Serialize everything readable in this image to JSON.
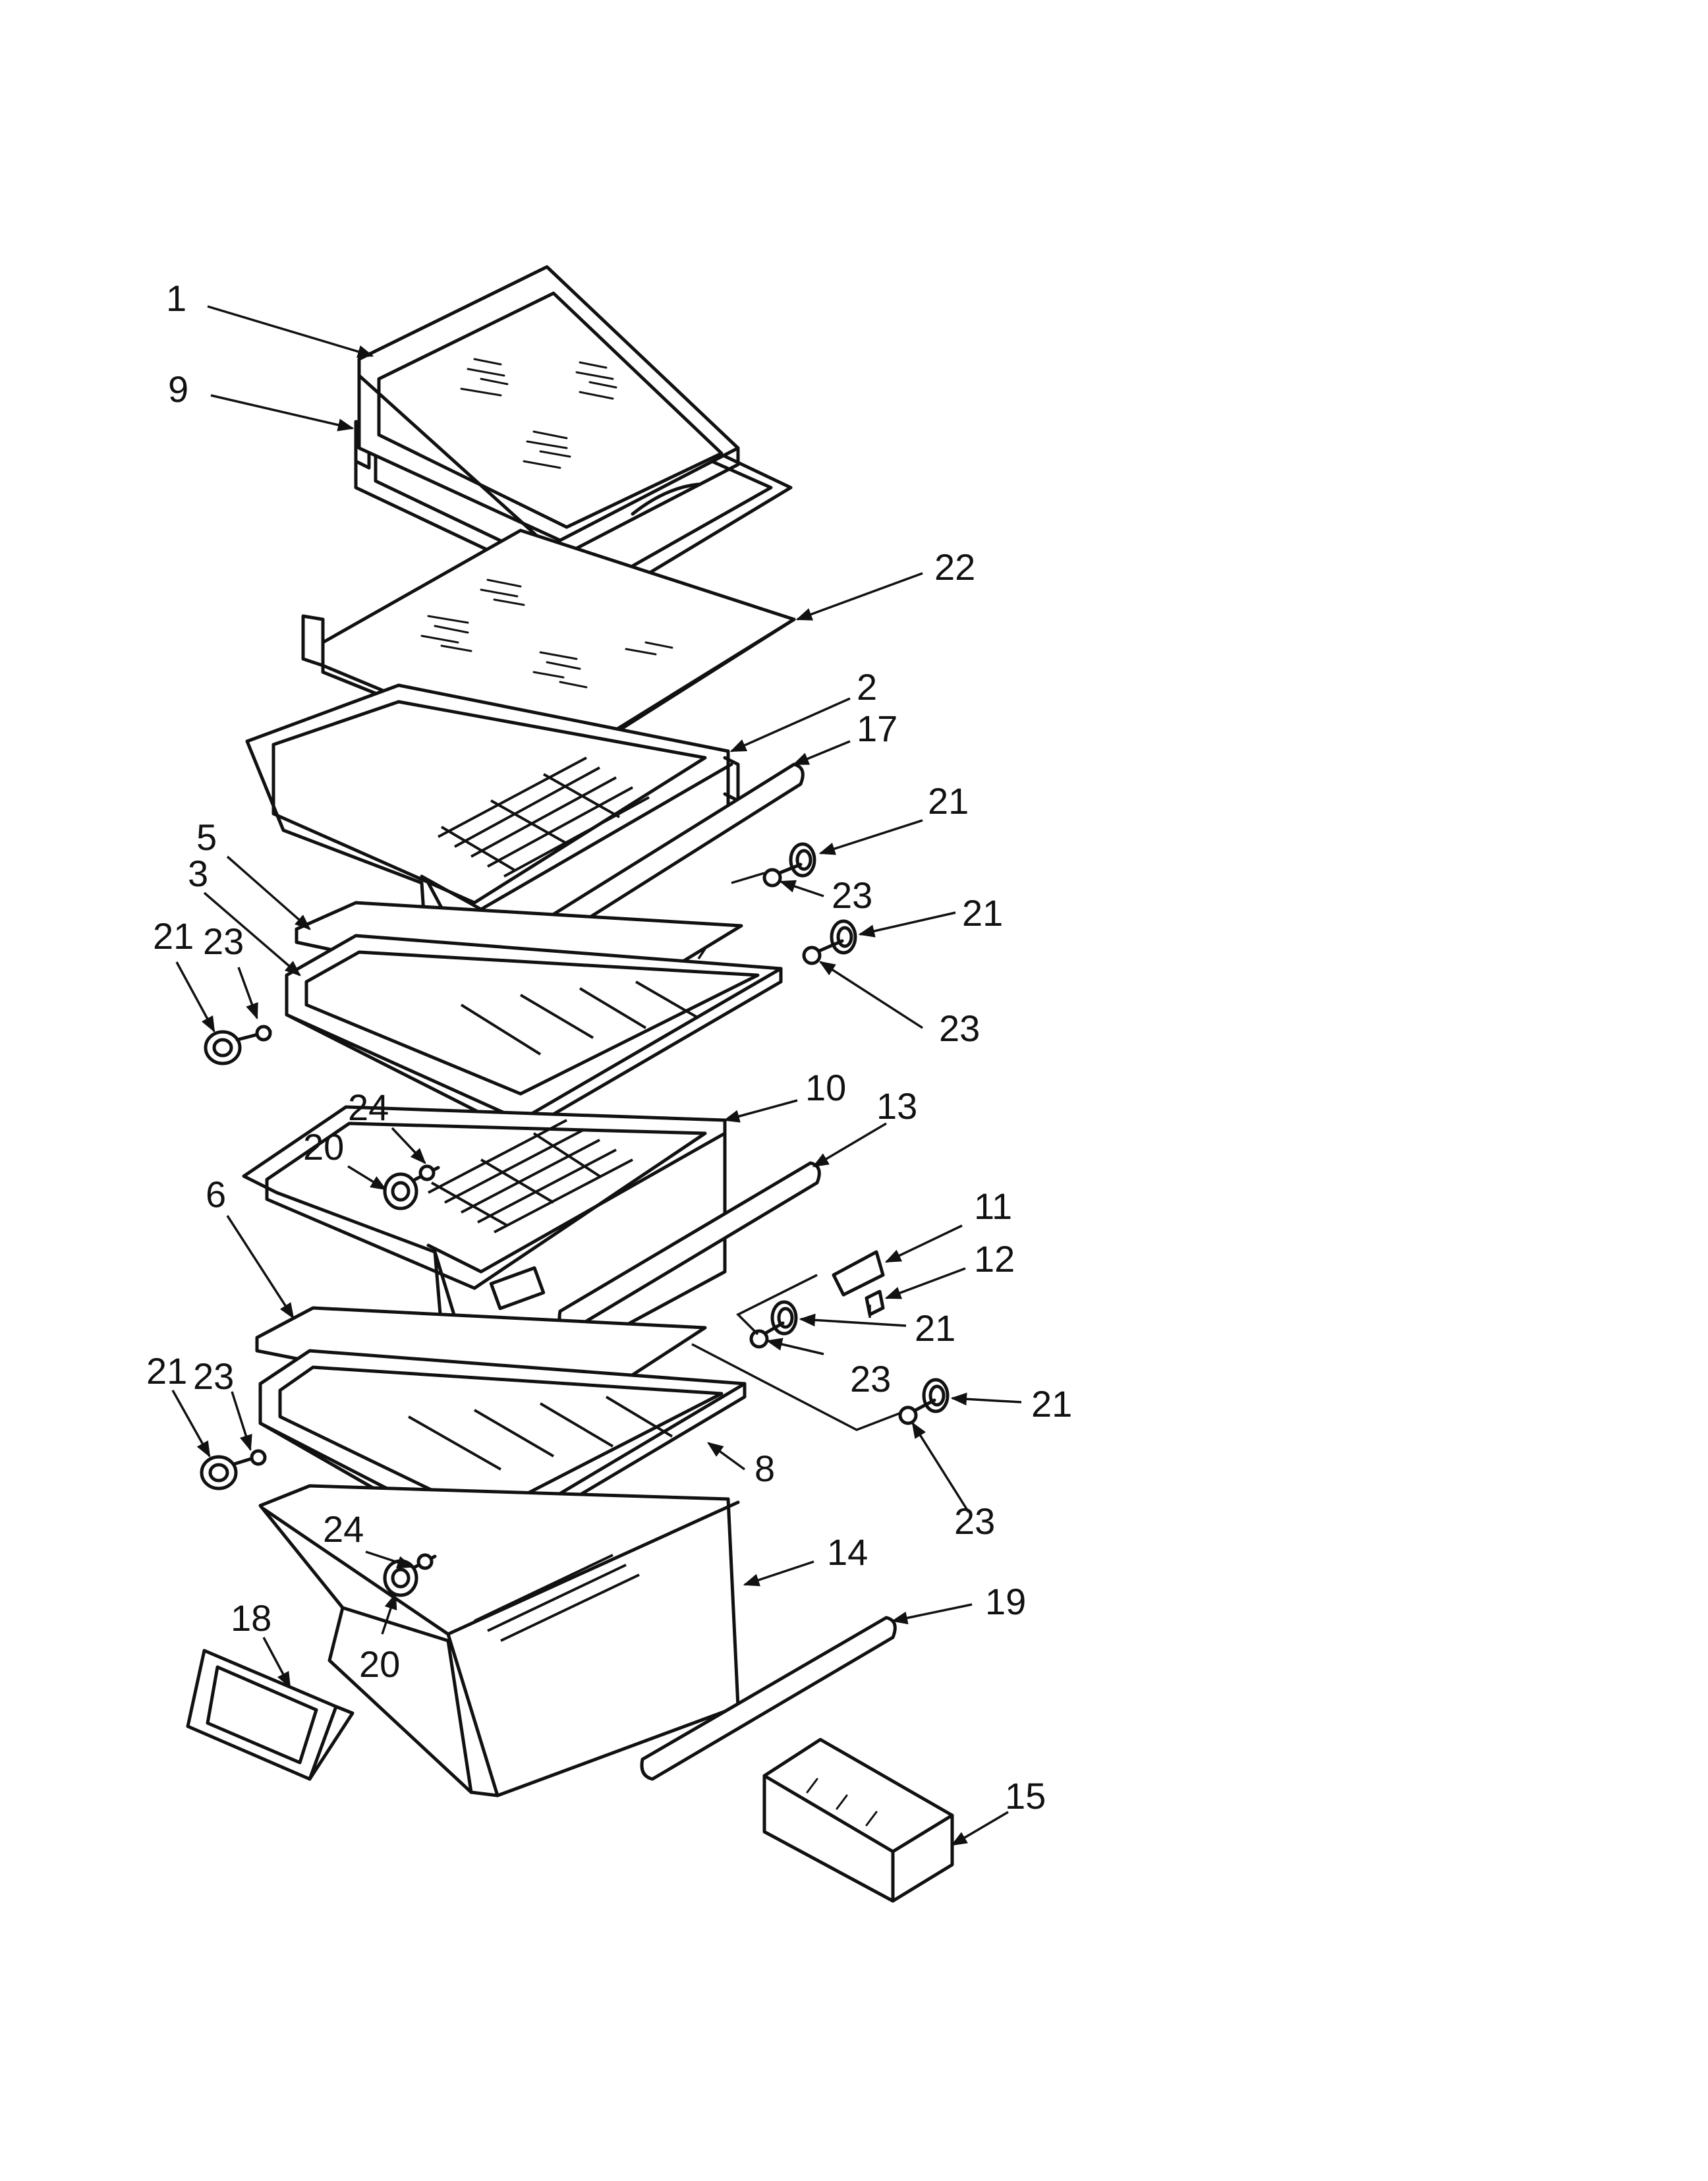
{
  "diagram": {
    "callouts": [
      {
        "id": "c1",
        "text": "1"
      },
      {
        "id": "c9",
        "text": "9"
      },
      {
        "id": "c22",
        "text": "22"
      },
      {
        "id": "c2",
        "text": "2"
      },
      {
        "id": "c17",
        "text": "17"
      },
      {
        "id": "c21a",
        "text": "21"
      },
      {
        "id": "c5",
        "text": "5"
      },
      {
        "id": "c23a",
        "text": "23"
      },
      {
        "id": "c3",
        "text": "3"
      },
      {
        "id": "c21b",
        "text": "21"
      },
      {
        "id": "c21c",
        "text": "21"
      },
      {
        "id": "c23b",
        "text": "23"
      },
      {
        "id": "c23c",
        "text": "23"
      },
      {
        "id": "c24a",
        "text": "24"
      },
      {
        "id": "c10",
        "text": "10"
      },
      {
        "id": "c20a",
        "text": "20"
      },
      {
        "id": "c13",
        "text": "13"
      },
      {
        "id": "c6",
        "text": "6"
      },
      {
        "id": "c11",
        "text": "11"
      },
      {
        "id": "c12",
        "text": "12"
      },
      {
        "id": "c21d",
        "text": "21"
      },
      {
        "id": "c23d",
        "text": "23"
      },
      {
        "id": "c21e",
        "text": "21"
      },
      {
        "id": "c21f",
        "text": "21"
      },
      {
        "id": "c23e",
        "text": "23"
      },
      {
        "id": "c8",
        "text": "8"
      },
      {
        "id": "c23f",
        "text": "23"
      },
      {
        "id": "c24b",
        "text": "24"
      },
      {
        "id": "c14",
        "text": "14"
      },
      {
        "id": "c18",
        "text": "18"
      },
      {
        "id": "c19",
        "text": "19"
      },
      {
        "id": "c20b",
        "text": "20"
      },
      {
        "id": "c15",
        "text": "15"
      }
    ]
  }
}
